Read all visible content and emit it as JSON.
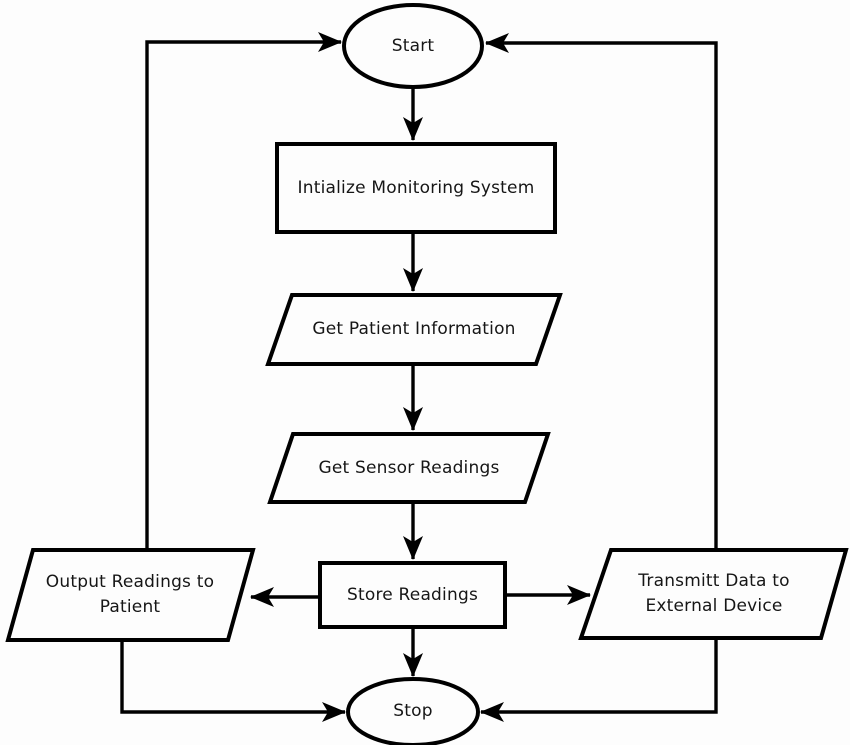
{
  "diagram": {
    "type": "flowchart",
    "background": "#fdfdfd",
    "stroke_color": "#000000",
    "text_color": "#161616",
    "nodes": {
      "start": {
        "label": "Start",
        "shape": "terminator"
      },
      "init": {
        "label": "Intialize Monitoring System",
        "shape": "process"
      },
      "patient": {
        "label": "Get Patient Information",
        "shape": "input-output"
      },
      "sensor": {
        "label": "Get Sensor Readings",
        "shape": "input-output"
      },
      "store": {
        "label": "Store Readings",
        "shape": "process"
      },
      "output": {
        "label": "Output Readings to Patient",
        "shape": "input-output"
      },
      "transmit": {
        "label": "Transmitt Data to External Device",
        "shape": "input-output"
      },
      "stop": {
        "label": "Stop",
        "shape": "terminator"
      }
    },
    "edges": [
      {
        "from": "start",
        "to": "init"
      },
      {
        "from": "init",
        "to": "patient"
      },
      {
        "from": "patient",
        "to": "sensor"
      },
      {
        "from": "sensor",
        "to": "store"
      },
      {
        "from": "store",
        "to": "output"
      },
      {
        "from": "store",
        "to": "transmit"
      },
      {
        "from": "store",
        "to": "stop"
      },
      {
        "from": "output",
        "to": "start"
      },
      {
        "from": "transmit",
        "to": "start"
      },
      {
        "from": "output",
        "to": "stop"
      },
      {
        "from": "transmit",
        "to": "stop"
      }
    ]
  }
}
